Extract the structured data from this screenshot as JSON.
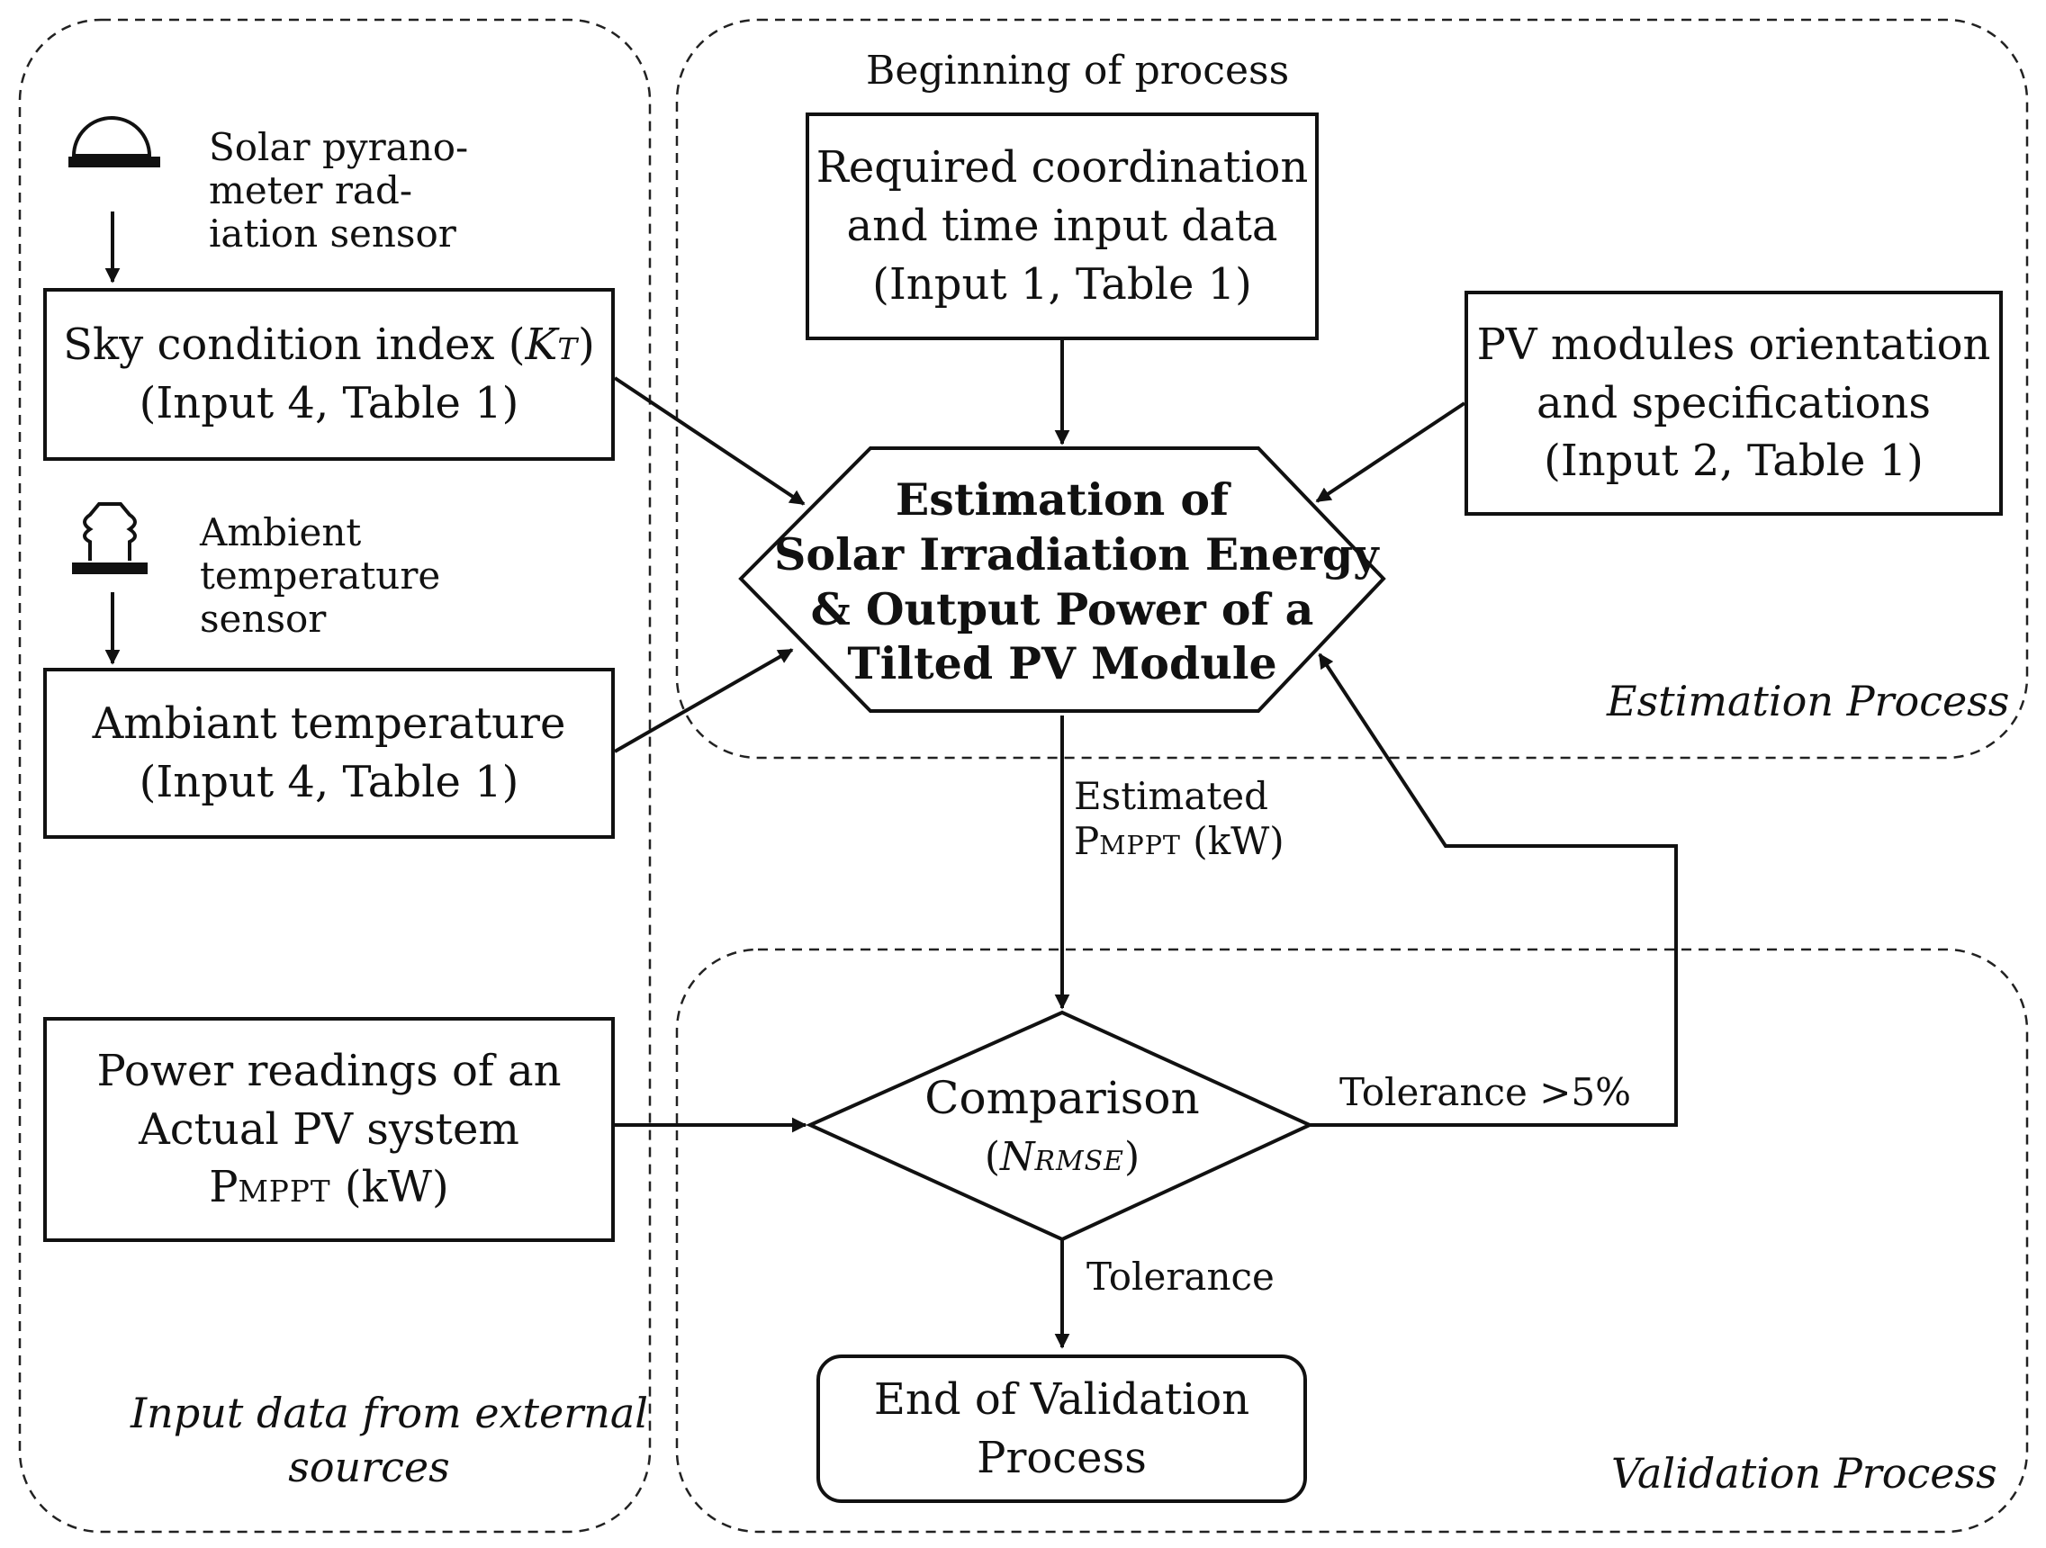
{
  "groups": {
    "input_caption_1": "Input data from external",
    "input_caption_2": "sources",
    "estimation_caption": "Estimation Process",
    "validation_caption": "Validation Process"
  },
  "start_label": "Beginning of process",
  "sensors": {
    "pyranometer": [
      "Solar pyrano-",
      "meter rad-",
      "iation sensor"
    ],
    "temperature": [
      "Ambient",
      "temperature",
      "sensor"
    ]
  },
  "boxes": {
    "coordination": [
      "Required coordination",
      "and time input data",
      "(Input 1, Table 1)"
    ],
    "pv_modules": [
      "PV modules orientation",
      "and specifications",
      "(Input 2, Table 1)"
    ],
    "sky_prefix": "Sky condition index (",
    "sky_symbol": "K",
    "sky_sub": "T",
    "sky_suffix": ")",
    "sky_line2": "(Input 4, Table 1)",
    "ambient": [
      "Ambiant temperature",
      "(Input 4, Table 1)"
    ],
    "power_lines": [
      "Power readings of an",
      "Actual PV system"
    ],
    "power_p": "P",
    "power_sub": "MPPT",
    "power_unit": " (kW)",
    "end": [
      "End of Validation",
      "Process"
    ]
  },
  "estimation_node": [
    "Estimation of",
    "Solar Irradiation Energy",
    "& Output Power of a",
    "Tilted PV Module"
  ],
  "comparison_node": {
    "label": "Comparison",
    "metric_open": "(",
    "metric_symbol": "N",
    "metric_sub": "RMSE",
    "metric_close": ")"
  },
  "edges": {
    "estimated_line1": "Estimated",
    "estimated_p": "P",
    "estimated_sub": "MPPT",
    "estimated_unit": " (kW)",
    "tolerance_high": "Tolerance >5%",
    "tolerance_ok": "Tolerance"
  }
}
